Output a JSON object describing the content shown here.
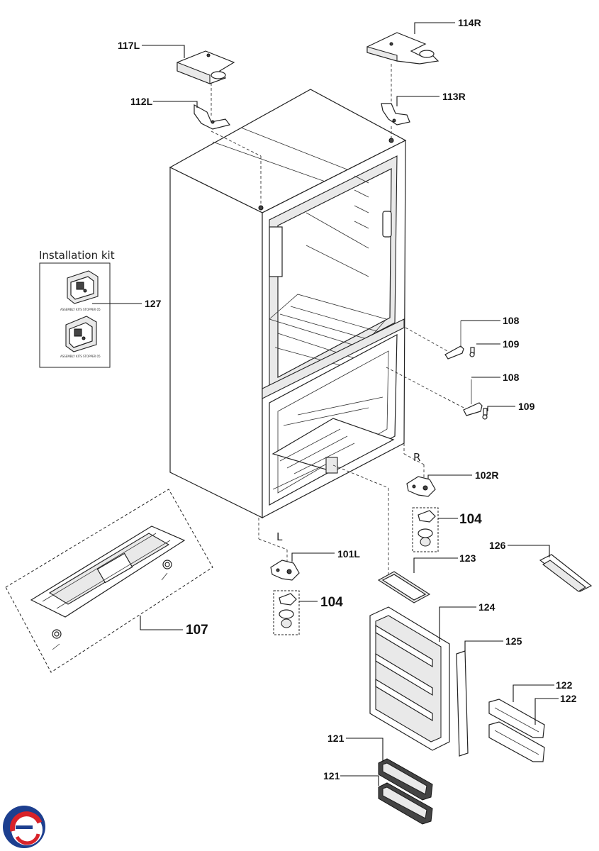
{
  "installation_kit": {
    "title": "Installation kit",
    "caption_1": "ASSEMBLY KITS STOPPER 05",
    "caption_2": "ASSEMBLY KITS STOPPER 05"
  },
  "labels": {
    "l117L": "117L",
    "l114R": "114R",
    "l112L": "112L",
    "l113R": "113R",
    "l127": "127",
    "l108a": "108",
    "l109a": "109",
    "l108b": "108",
    "l109b": "109",
    "lR": "R",
    "l102R": "102R",
    "l104a": "104",
    "l126": "126",
    "lL": "L",
    "l101L": "101L",
    "l123": "123",
    "l104b": "104",
    "l124": "124",
    "l107": "107",
    "l125": "125",
    "l122a": "122",
    "l122b": "122",
    "l121a": "121",
    "l121b": "121"
  },
  "logo": {
    "colors": [
      "#1d3f8f",
      "#d8232a"
    ]
  }
}
